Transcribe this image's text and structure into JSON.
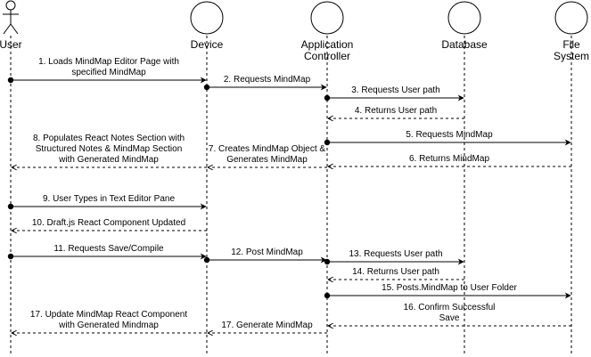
{
  "participants": [
    {
      "id": "user",
      "kind": "actor",
      "label_lines": [
        "User"
      ]
    },
    {
      "id": "device",
      "kind": "entity",
      "label_lines": [
        "Device"
      ]
    },
    {
      "id": "controller",
      "kind": "entity",
      "label_lines": [
        "Application",
        "Controller"
      ]
    },
    {
      "id": "database",
      "kind": "entity",
      "label_lines": [
        "Database"
      ]
    },
    {
      "id": "filesystem",
      "kind": "entity",
      "label_lines": [
        "File",
        "System"
      ]
    }
  ],
  "messages": [
    {
      "from": "user",
      "to": "device",
      "style": "solid",
      "label_lines": [
        "1. Loads MindMap Editor Page with",
        "specified MindMap"
      ]
    },
    {
      "from": "device",
      "to": "controller",
      "style": "solid",
      "label_lines": [
        "2. Requests MindMap"
      ]
    },
    {
      "from": "controller",
      "to": "database",
      "style": "solid",
      "label_lines": [
        "3. Requests User path"
      ]
    },
    {
      "from": "database",
      "to": "controller",
      "style": "dashed",
      "label_lines": [
        "4. Returns User path"
      ]
    },
    {
      "from": "controller",
      "to": "filesystem",
      "style": "solid",
      "label_lines": [
        "5. Requests MindMap"
      ]
    },
    {
      "from": "filesystem",
      "to": "controller",
      "style": "dashed",
      "label_lines": [
        "6. Returns MindMap"
      ]
    },
    {
      "from": "controller",
      "to": "device",
      "style": "dashed",
      "label_lines": [
        "7. Creates MindMap Object &",
        "Generates MindMap"
      ]
    },
    {
      "from": "device",
      "to": "user",
      "style": "dashed",
      "label_lines": [
        "8. Populates React Notes Section with",
        "Structured Notes & MindMap Section",
        "with Generated MindMap"
      ]
    },
    {
      "from": "user",
      "to": "device",
      "style": "solid",
      "label_lines": [
        "9. User Types in Text Editor Pane"
      ]
    },
    {
      "from": "device",
      "to": "user",
      "style": "dashed",
      "label_lines": [
        "10. Draft.js React Component Updated"
      ]
    },
    {
      "from": "user",
      "to": "device",
      "style": "solid",
      "label_lines": [
        "11. Requests Save/Compile"
      ]
    },
    {
      "from": "device",
      "to": "controller",
      "style": "solid",
      "label_lines": [
        "12. Post MindMap"
      ]
    },
    {
      "from": "controller",
      "to": "database",
      "style": "solid",
      "label_lines": [
        "13. Requests User path"
      ]
    },
    {
      "from": "database",
      "to": "controller",
      "style": "dashed",
      "label_lines": [
        "14. Returns User path"
      ]
    },
    {
      "from": "controller",
      "to": "filesystem",
      "style": "solid",
      "label_lines": [
        "15. Posts.MindMap to User Folder"
      ]
    },
    {
      "from": "filesystem",
      "to": "controller",
      "style": "dashed",
      "label_lines": [
        "16. Confirm Successful",
        "Save"
      ]
    },
    {
      "from": "controller",
      "to": "device",
      "style": "dashed",
      "label_lines": [
        "17. Generate MindMap"
      ]
    },
    {
      "from": "device",
      "to": "user",
      "style": "dashed",
      "label_lines": [
        "17. Update MindMap React Component",
        "with Generated Mindmap"
      ]
    }
  ]
}
